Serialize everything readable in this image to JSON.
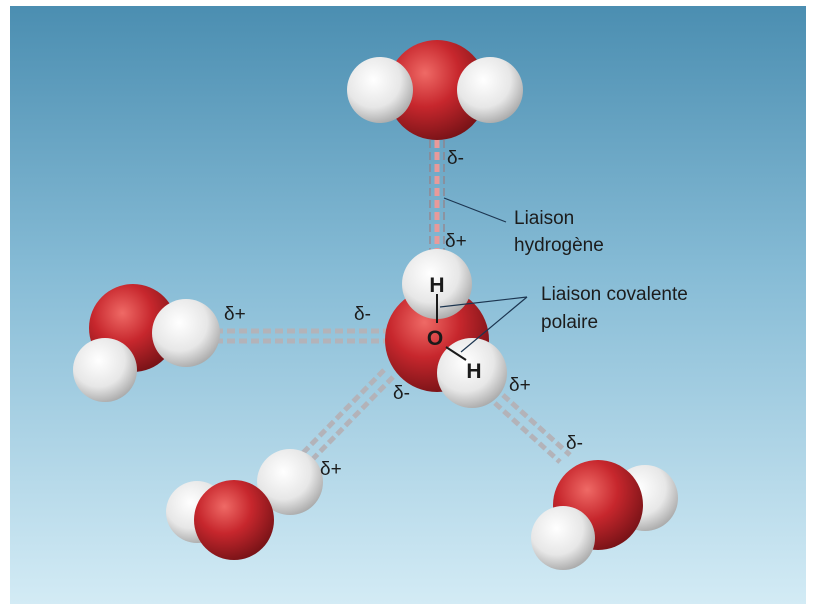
{
  "labels": {
    "hydrogen_bond_line1": "Liaison",
    "hydrogen_bond_line2": "hydrogène",
    "covalent_line1": "Liaison covalente",
    "covalent_line2": "polaire"
  },
  "atoms": {
    "hydrogen": "H",
    "oxygen": "O"
  },
  "charges": {
    "delta_minus": "δ-",
    "delta_plus": "δ+"
  },
  "colors": {
    "background_top": "#4a8fb2",
    "background_bottom": "#cfe8f3",
    "oxygen": "#c0262c",
    "hydrogen": "#e9e9e9",
    "bond_dash": "#b0b0b6",
    "top_bond_dash": "#e59999"
  }
}
